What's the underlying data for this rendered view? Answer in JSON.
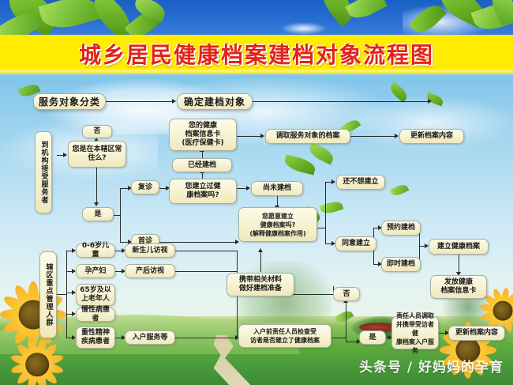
{
  "poster": {
    "title": "城乡居民健康档案建档对象流程图",
    "title_color": "#e2231a",
    "banner_color": "#ffec00",
    "watermark": "头条号 / 好妈妈的孕育"
  },
  "headers": {
    "left": "服务对象分类",
    "right": "确定建档对象"
  },
  "nodes": {
    "entry_institution": "到机构接受服务者",
    "q_resident": "您是在本辖区常住么?",
    "no_resident": "否",
    "yes_resident": "是",
    "revisit": "复诊",
    "first_visit": "首诊",
    "health_card": "您的健康\n档案信息卡\n(医疗保健卡)",
    "already_filed": "已经建档",
    "q_have_record": "您建立过健\n康档案吗?",
    "not_filed": "尚未建档",
    "q_willing": "您愿意建立\n健康档案吗?\n(解释健康档案作用)",
    "retrieve_record": "调取服务对象的档案",
    "update_record_top": "更新档案内容",
    "not_willing": "还不想建立",
    "agree_create": "同意建立",
    "appointment_file": "预约建档",
    "instant_file": "即时建档",
    "create_record": "建立健康档案",
    "issue_card": "发放健康\n档案信息卡",
    "key_population": "辖区重点管理人群",
    "children": "0-6岁儿童",
    "pregnant": "孕产妇",
    "elderly": "65岁及以\n上老年人",
    "chronic": "慢性病患者",
    "severe_mental": "重性精神\n疾病患者",
    "newborn_visit": "新生儿访视",
    "postpartum_visit": "产后访视",
    "home_service": "入户服务等",
    "bring_materials": "携带相关材料\n做好建档准备",
    "no_branch": "否",
    "yes_branch": "是",
    "check_before_visit": "入户前责任人员检查受\n访者是否建立了健康档案",
    "staff_retrieve": "责任人员调取\n并携带受访者健\n康档案入户服务",
    "update_record_bottom": "更新档案内容"
  },
  "flow_data": {
    "type": "diagram",
    "diagram_kind": "flowchart",
    "branches": [
      {
        "from": "到机构接受服务者",
        "to": "您是在本辖区常住么?"
      },
      {
        "from": "您是在本辖区常住么?",
        "to": "否",
        "label": "否"
      },
      {
        "from": "您是在本辖区常住么?",
        "to": "是",
        "label": "是"
      },
      {
        "from": "是",
        "to": "复诊"
      },
      {
        "from": "是",
        "to": "首诊"
      },
      {
        "from": "复诊",
        "to": "您建立过健康档案吗?"
      },
      {
        "from": "您建立过健康档案吗?",
        "to": "已经建档"
      },
      {
        "from": "已经建档",
        "to": "您的健康档案信息卡(医疗保健卡)"
      },
      {
        "from": "您的健康档案信息卡(医疗保健卡)",
        "to": "调取服务对象的档案"
      },
      {
        "from": "调取服务对象的档案",
        "to": "更新档案内容"
      },
      {
        "from": "您建立过健康档案吗?",
        "to": "尚未建档"
      },
      {
        "from": "尚未建档",
        "to": "您愿意建立健康档案吗?(解释健康档案作用)"
      },
      {
        "from": "首诊",
        "to": "您愿意建立健康档案吗?(解释健康档案作用)"
      },
      {
        "from": "您愿意建立健康档案吗?(解释健康档案作用)",
        "to": "还不想建立"
      },
      {
        "from": "您愿意建立健康档案吗?(解释健康档案作用)",
        "to": "同意建立"
      },
      {
        "from": "同意建立",
        "to": "预约建档"
      },
      {
        "from": "同意建立",
        "to": "即时建档"
      },
      {
        "from": "预约建档",
        "to": "建立健康档案"
      },
      {
        "from": "即时建档",
        "to": "建立健康档案"
      },
      {
        "from": "建立健康档案",
        "to": "发放健康档案信息卡"
      },
      {
        "from": "辖区重点管理人群",
        "to": "0-6岁儿童"
      },
      {
        "from": "辖区重点管理人群",
        "to": "孕产妇"
      },
      {
        "from": "辖区重点管理人群",
        "to": "65岁及以上老年人"
      },
      {
        "from": "辖区重点管理人群",
        "to": "慢性病患者"
      },
      {
        "from": "辖区重点管理人群",
        "to": "重性精神疾病患者"
      },
      {
        "from": "0-6岁儿童",
        "to": "新生儿访视"
      },
      {
        "from": "孕产妇",
        "to": "产后访视"
      },
      {
        "from": "重性精神疾病患者",
        "to": "入户服务等"
      },
      {
        "from": "入户服务等",
        "to": "入户前责任人员检查受访者是否建立了健康档案"
      },
      {
        "from": "入户前责任人员检查受访者是否建立了健康档案",
        "to": "否"
      },
      {
        "from": "否",
        "to": "携带相关材料做好建档准备"
      },
      {
        "from": "携带相关材料做好建档准备",
        "to": "您愿意建立健康档案吗?(解释健康档案作用)"
      },
      {
        "from": "入户前责任人员检查受访者是否建立了健康档案",
        "to": "是"
      },
      {
        "from": "是",
        "to": "责任人员调取并携带受访者健康档案入户服务"
      },
      {
        "from": "责任人员调取并携带受访者健康档案入户服务",
        "to": "更新档案内容"
      }
    ]
  }
}
